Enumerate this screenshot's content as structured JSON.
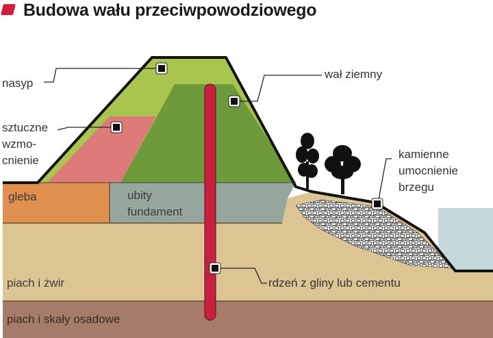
{
  "title": "Budowa wału przeciwpowodziowego",
  "labels": {
    "nasyp": "nasyp",
    "sztuczne_1": "sztuczne",
    "sztuczne_2": "wzmo-",
    "sztuczne_3": "cnienie",
    "wal_ziemny": "wał ziemny",
    "kamienne_1": "kamienne",
    "kamienne_2": "umocnienie",
    "kamienne_3": "brzegu",
    "gleba": "gleba",
    "ubity_1": "ubity",
    "ubity_2": "fundament",
    "piach_zwir": "piach i żwir",
    "rdzen": "rdzeń z gliny lub cementu",
    "piach_skaly": "piach i skały osadowe"
  },
  "colors": {
    "title_mark": "#d41c3c",
    "nasyp": "#a9c44f",
    "embankment_core": "#6f9a3c",
    "reinforcement": "#dd7b78",
    "gleba": "#e08f4f",
    "fundament": "#97a79d",
    "sand_gravel": "#dcc593",
    "bedrock": "#a57b6a",
    "clay_core": "#c8203e",
    "water": "#c4d8dc",
    "outline": "#111111"
  }
}
